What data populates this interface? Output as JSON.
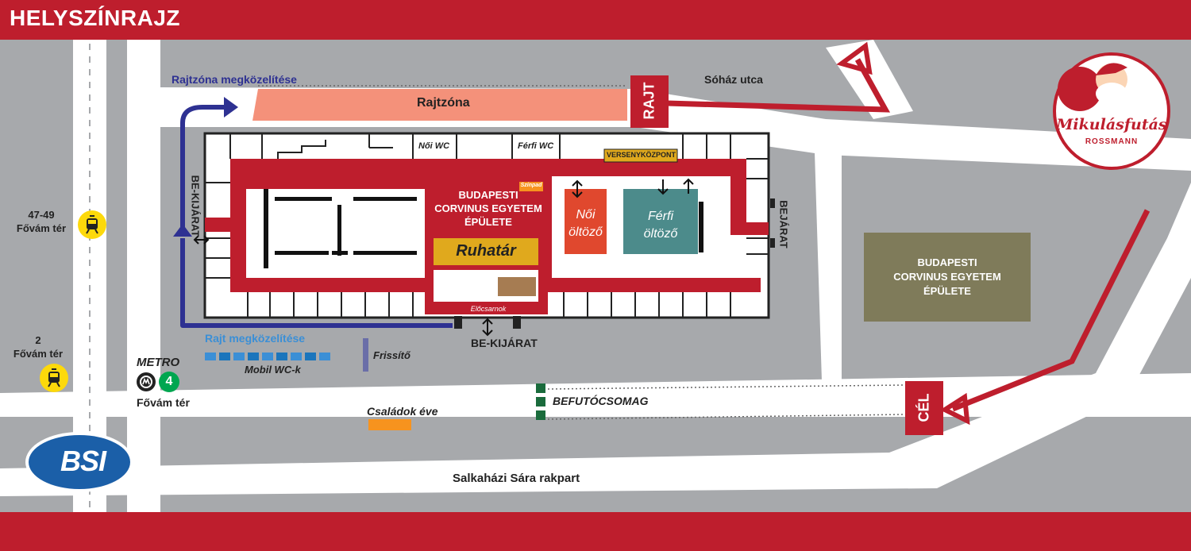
{
  "header": {
    "title": "HELYSZÍNRAJZ"
  },
  "colors": {
    "red": "#be1e2d",
    "road": "#ffffff",
    "ground": "#a7a9ac",
    "blue": "#2e3192",
    "salmon": "#f4917a",
    "gold": "#e0a91d",
    "teal": "#4c8b8b",
    "orange": "#f7931e",
    "olive": "#7f7b5a",
    "green": "#1a6b3c"
  },
  "labels": {
    "rajtzona_approach": "Rajtzóna megközelítése",
    "rajtzona": "Rajtzóna",
    "rajt": "RAJT",
    "sohaz": "Sóház utca",
    "noi_wc": "Női WC",
    "ferfi_wc": "Férfi WC",
    "versenykozpont": "VERSENYKÖZPONT",
    "szinpad": "Színpad",
    "building_inner": [
      "BUDAPESTI",
      "CORVINUS EGYETEM",
      "ÉPÜLETE"
    ],
    "ruhatar": "Ruhatár",
    "noi_oltozo": [
      "Női",
      "öltöző"
    ],
    "ferfi_oltozo": [
      "Férfi",
      "öltöző"
    ],
    "eloscsarnok": "Előcsarnok",
    "be_kijarat_side": "BE-KIJÁRAT",
    "be_kijarat_bottom": "BE-KIJÁRAT",
    "bejarat": "BEJÁRAT",
    "tram1": [
      "47-49",
      "Fővám tér"
    ],
    "tram2": [
      "2",
      "Fővám tér"
    ],
    "metro": "METRO",
    "metro_line": "4",
    "metro_station": "Fővám tér",
    "rajt_approach": "Rajt megközelítése",
    "mobil_wc": "Mobil WC-k",
    "frissito": "Frissítő",
    "befutocsomag": "BEFUTÓCSOMAG",
    "csaladok": "Családok éve",
    "cel": "CÉL",
    "building_outer": [
      "BUDAPESTI",
      "CORVINUS EGYETEM",
      "ÉPÜLETE"
    ],
    "rakpart": "Salkaházi Sára rakpart",
    "logo_bsi": "BSI",
    "logo_mikulas": "Mikulásfutás",
    "logo_rossmann": "ROSSMANN"
  }
}
